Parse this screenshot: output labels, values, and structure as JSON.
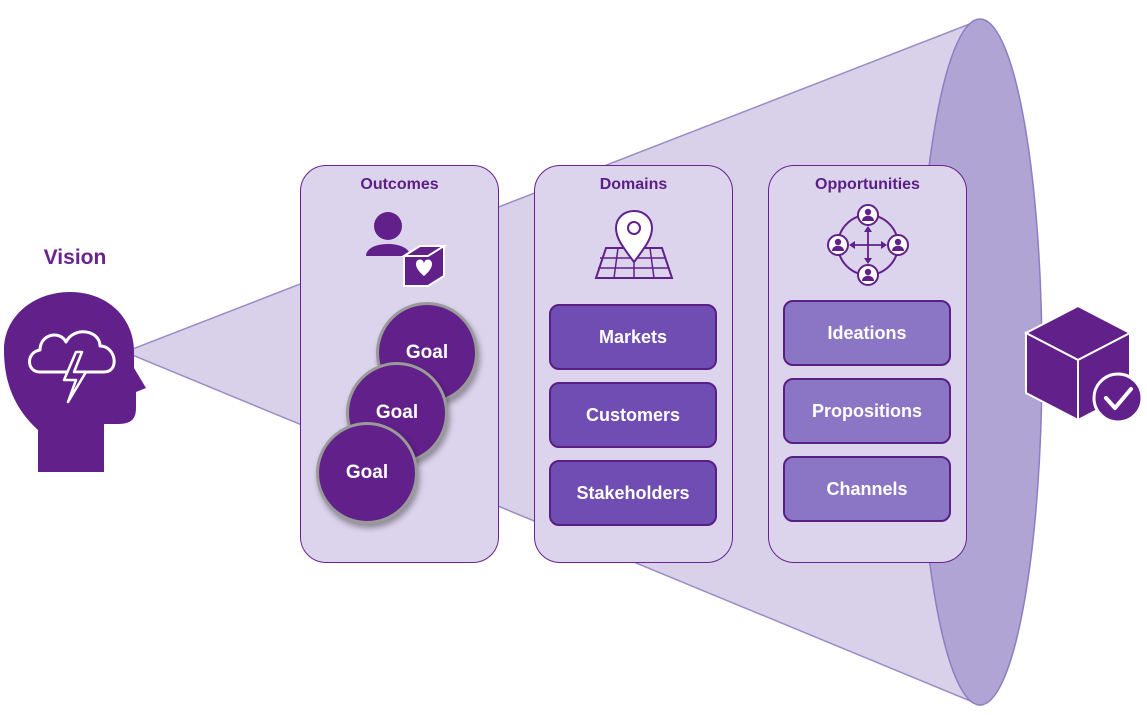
{
  "vision": {
    "title": "Vision"
  },
  "columns": [
    {
      "title": "Outcomes",
      "icon": "customer-heart-box-icon",
      "items": [
        "Goal",
        "Goal",
        "Goal"
      ]
    },
    {
      "title": "Domains",
      "icon": "location-map-icon",
      "items": [
        "Markets",
        "Customers",
        "Stakeholders"
      ]
    },
    {
      "title": "Opportunities",
      "icon": "network-people-icon",
      "items": [
        "Ideations",
        "Propositions",
        "Channels"
      ]
    }
  ],
  "end_icon": "box-checkmark-icon",
  "colors": {
    "purple_dark": "#62208a",
    "purple_accent": "#6a2290",
    "funnel_fill": "#d9d1ea",
    "cone_end": "#b0a4d5",
    "domain_box": "#6f4db2",
    "opportunity_box": "#8b76c6"
  }
}
